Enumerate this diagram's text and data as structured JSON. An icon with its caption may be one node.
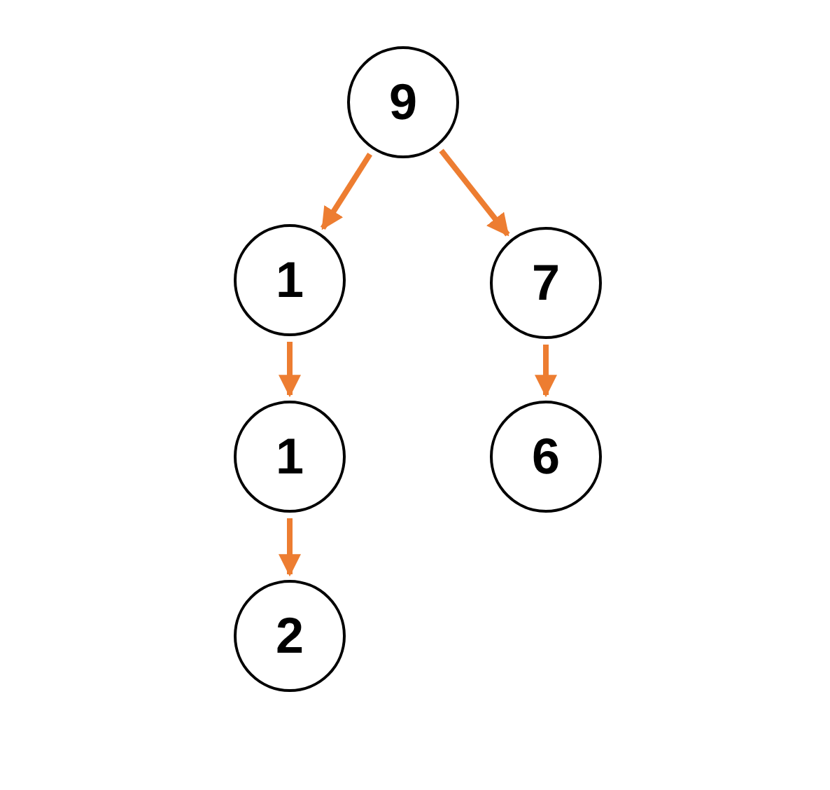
{
  "diagram": {
    "nodes": [
      {
        "text": [
          "9"
        ]
      },
      {
        "text": [
          "1"
        ]
      },
      {
        "text": [
          "7"
        ]
      },
      {
        "text": [
          "1"
        ]
      },
      {
        "text": [
          "6"
        ]
      },
      {
        "text": [
          "2"
        ]
      }
    ],
    "edges": [
      {
        "from": 0,
        "to": 1,
        "arrow": "to",
        "color": "#ed7d31"
      },
      {
        "from": 0,
        "to": 2,
        "arrow": "to",
        "color": "#ed7d31"
      },
      {
        "from": 1,
        "to": 3,
        "arrow": "to",
        "color": "#ed7d31"
      },
      {
        "from": 2,
        "to": 4,
        "arrow": "to",
        "color": "#ed7d31"
      },
      {
        "from": 3,
        "to": 5,
        "arrow": "to",
        "color": "#ed7d31"
      }
    ]
  }
}
